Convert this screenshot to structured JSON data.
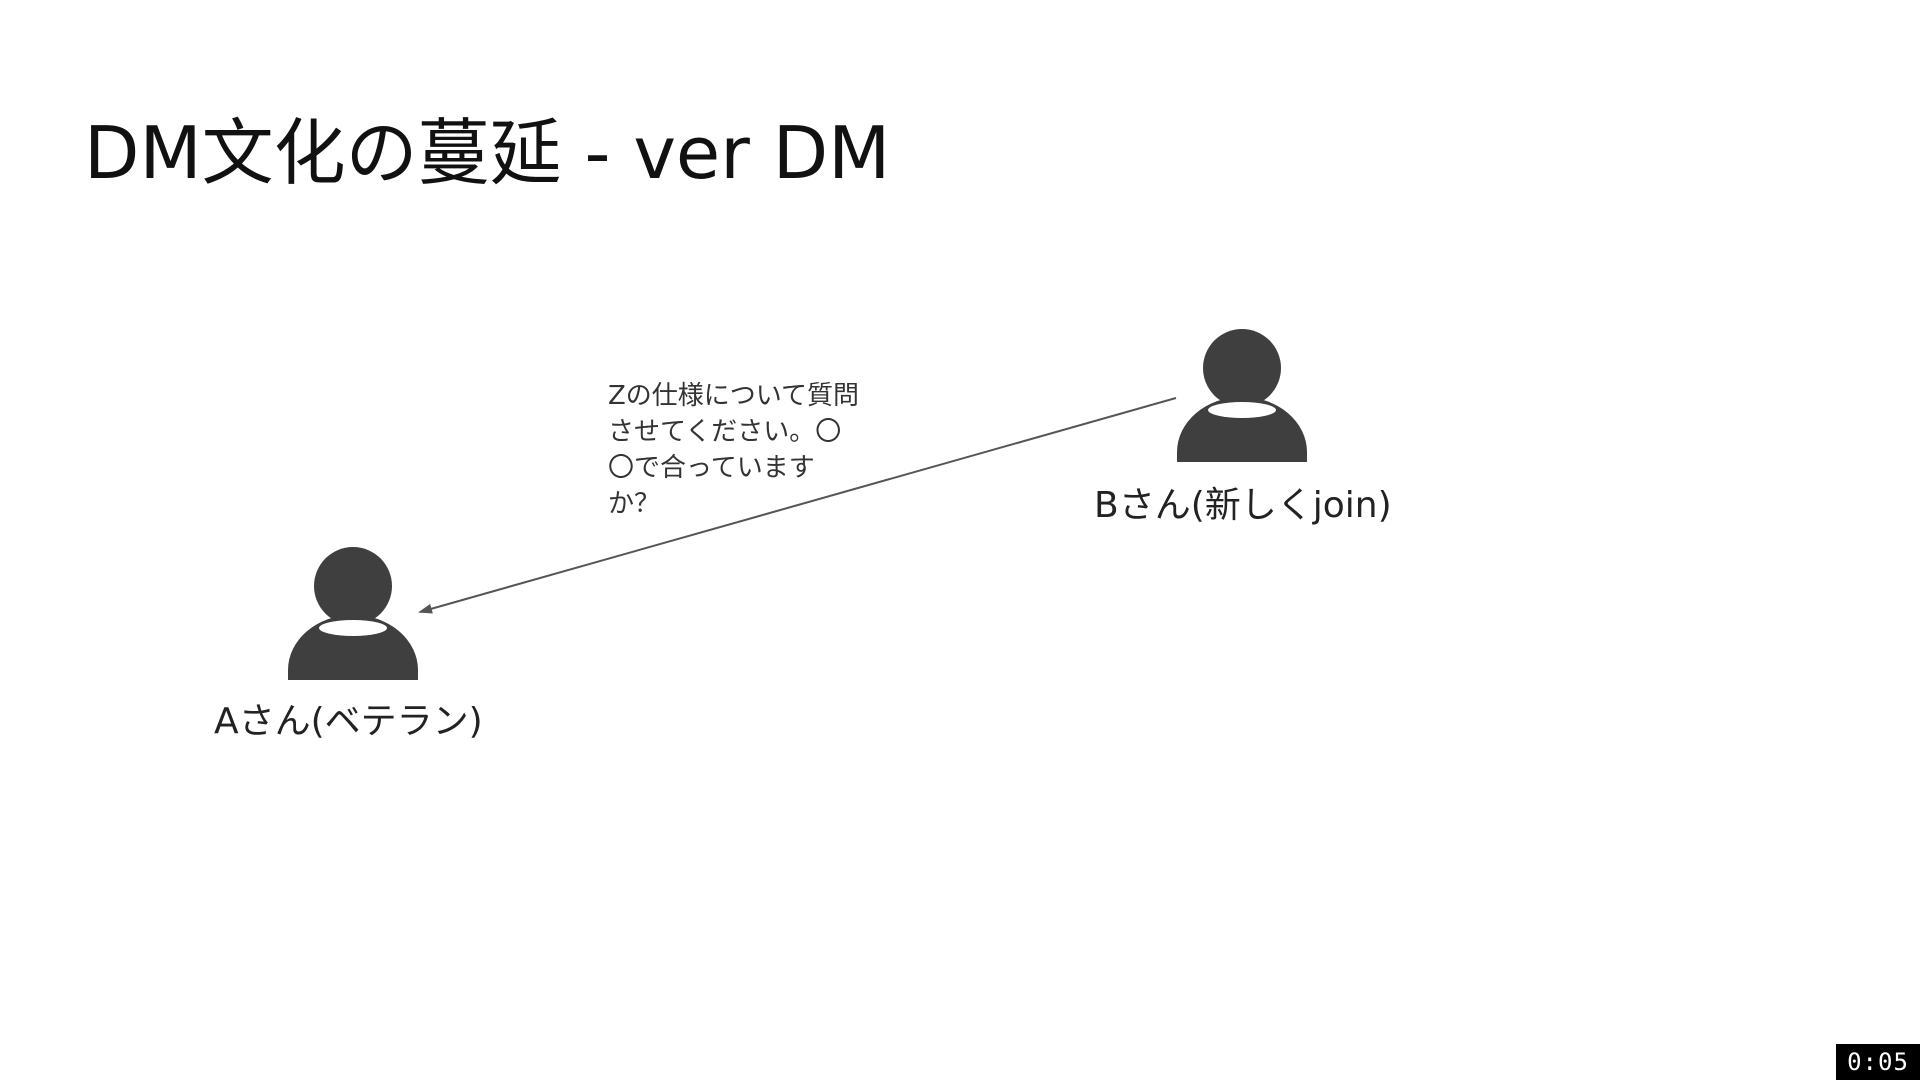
{
  "slide": {
    "title": "DM文化の蔓延 - ver DM"
  },
  "persons": [
    {
      "name": "person-a",
      "label": "Aさん(ベテラン)",
      "color": "#3f3f3f"
    },
    {
      "name": "person-b",
      "label": "Bさん(新しくjoin)",
      "color": "#3f3f3f"
    }
  ],
  "message": {
    "text": "Zの仕様について質問\nさせてください。〇\n〇で合っています\nか？",
    "from": "person-b",
    "to": "person-a",
    "arrow_color": "#555555"
  },
  "player": {
    "timecode": "0:05"
  }
}
